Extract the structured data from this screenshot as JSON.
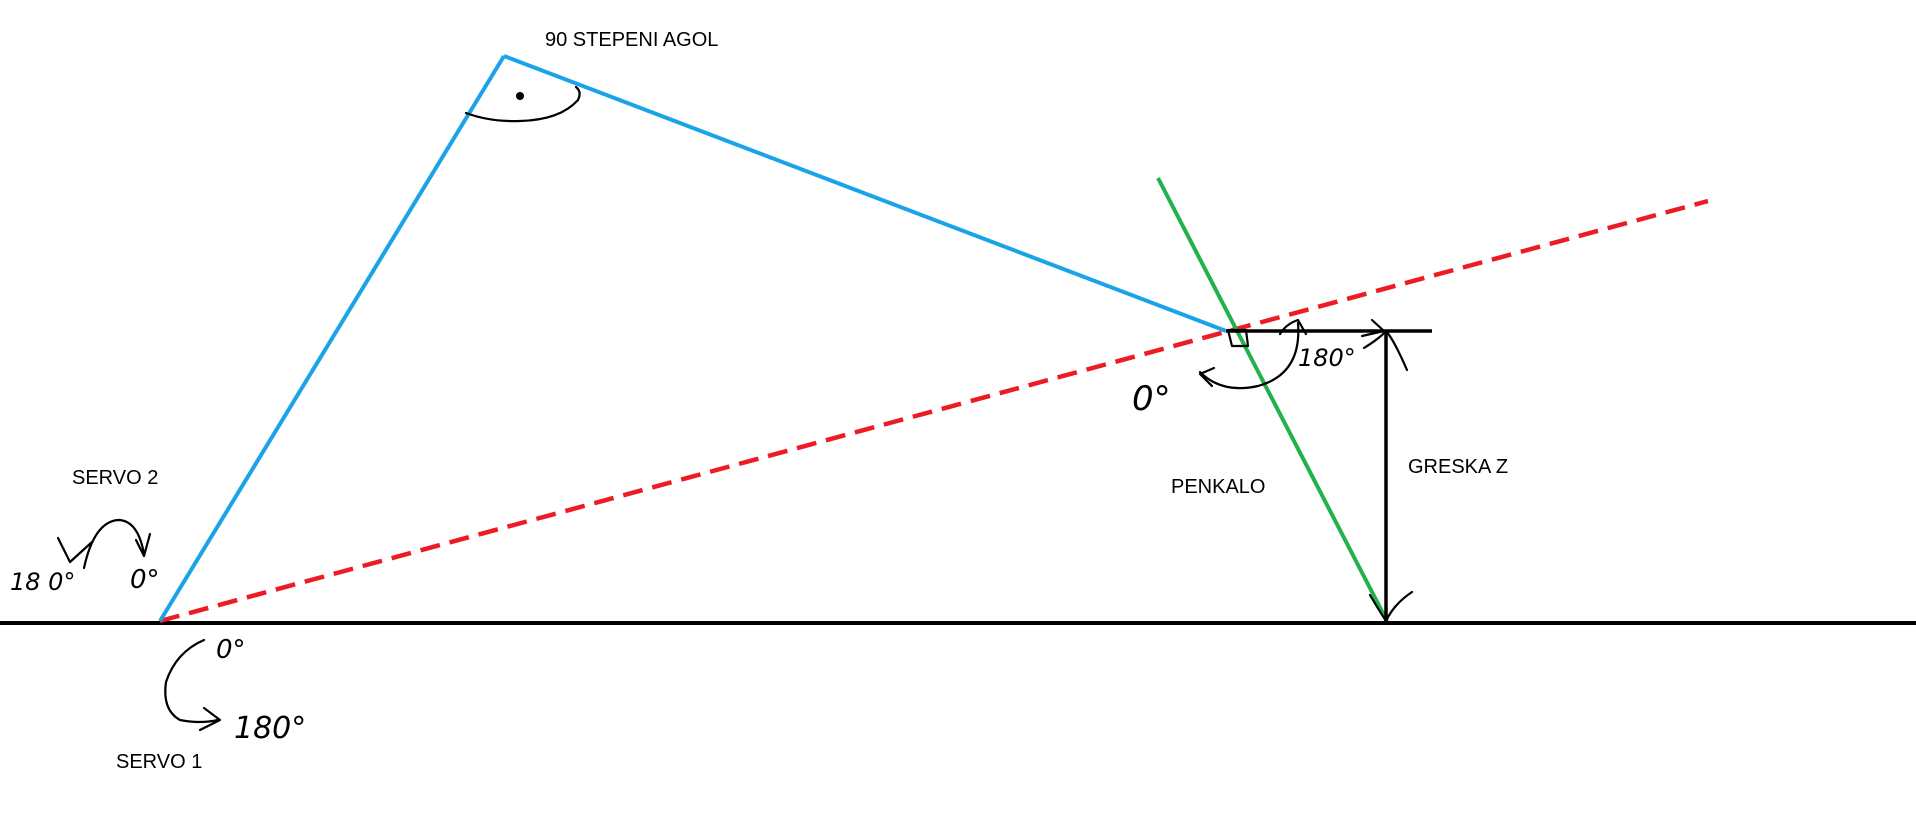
{
  "labels": {
    "angle_90": "90 STEPENI AGOL",
    "servo2": "SERVO 2",
    "servo1": "SERVO 1",
    "pen": "PENKALO",
    "error": "GRESKA Z"
  },
  "handwritten": {
    "servo2_180": "18 0°",
    "servo2_0": "0°",
    "servo1_0": "0°",
    "servo1_180": "180°",
    "pen_0": "0°",
    "pen_180": "180°"
  },
  "colors": {
    "arm": "#1aa3e8",
    "pen": "#22b14c",
    "reference": "#ed1c24",
    "ink": "#000000"
  }
}
